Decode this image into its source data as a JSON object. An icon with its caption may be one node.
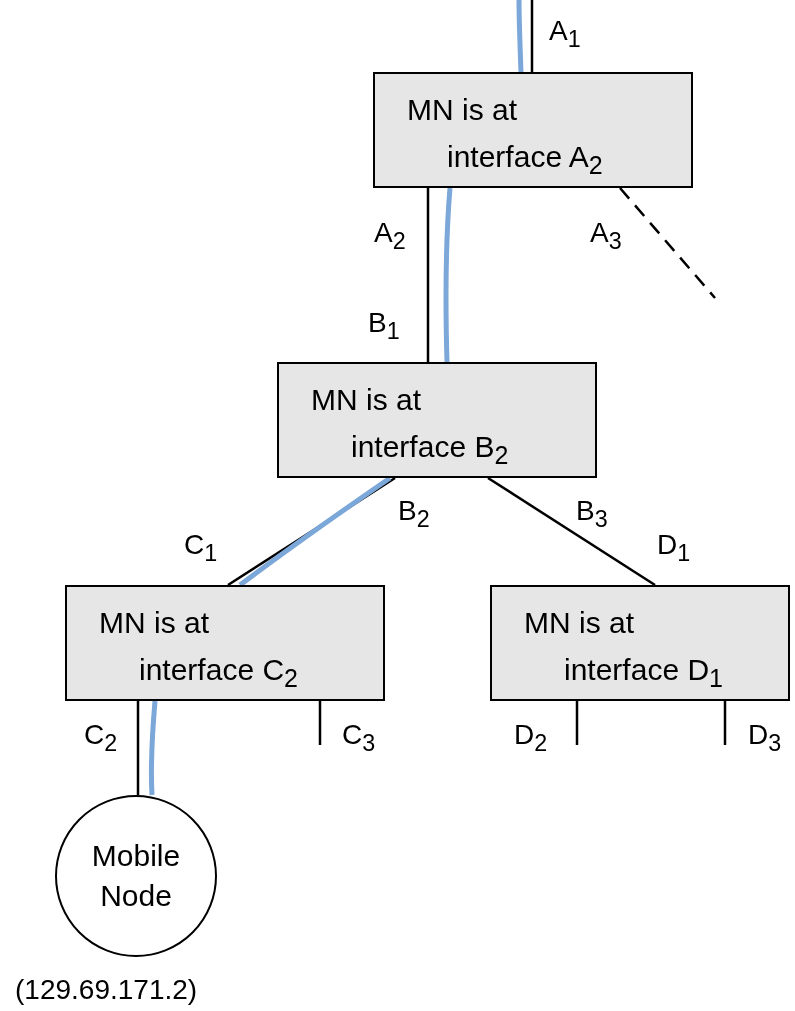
{
  "diagram": {
    "nodes": [
      {
        "text": [
          "MN is at interface A$_{2}$"
        ]
      },
      {
        "text": [
          "MN is at interface B$_{2}$"
        ]
      },
      {
        "text": [
          "MN is at interface C$_{2}$"
        ]
      },
      {
        "text": [
          "MN is at interface D$_{1}$"
        ]
      },
      {
        "text": [
          "Mobile Node"
        ],
        "beside": [
          "(129.69.171.2)"
        ]
      }
    ],
    "edges": [
      {
        "from": null,
        "to": 0,
        "arrow": "none",
        "label": "A$_{1}$"
      },
      {
        "from": null,
        "to": 0,
        "arrow": "none",
        "style": "thick",
        "color": "#7ba7d9"
      },
      {
        "from": 0,
        "to": 1,
        "arrow": "none"
      },
      {
        "from": 0,
        "to": 1,
        "arrow": "none",
        "style": "thick",
        "color": "#7ba7d9"
      },
      {
        "from": 0,
        "to": null,
        "arrow": "none",
        "style": "dashed",
        "label": "A$_{3}$"
      },
      {
        "from": 1,
        "to": 2,
        "arrow": "none"
      },
      {
        "from": 1,
        "to": 2,
        "arrow": "none",
        "style": "thick",
        "color": "#7ba7d9"
      },
      {
        "from": 1,
        "to": 3,
        "arrow": "none"
      },
      {
        "from": 2,
        "to": 4,
        "arrow": "none"
      },
      {
        "from": 2,
        "to": 4,
        "arrow": "none",
        "style": "thick",
        "color": "#7ba7d9"
      },
      {
        "from": 2,
        "to": null,
        "arrow": "none",
        "label": "C$_{3}$"
      },
      {
        "from": 3,
        "to": null,
        "arrow": "none",
        "label": "D$_{2}$"
      },
      {
        "from": 3,
        "to": null,
        "arrow": "none",
        "label": "D$_{3}$"
      }
    ],
    "labels": [
      "A$_{2}$",
      "B$_{1}$",
      "B$_{2}$",
      "B$_{3}$",
      "C$_{1}$",
      "D$_{1}$",
      "C$_{2}$"
    ]
  }
}
